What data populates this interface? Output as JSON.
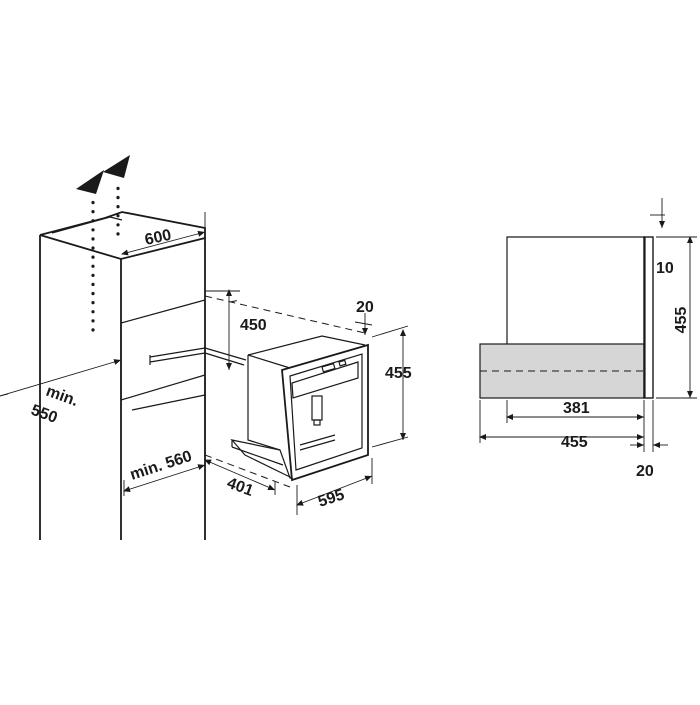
{
  "diagram": {
    "left_view": {
      "dim_cabinet_width": "600",
      "dim_depth_min": "min.\n550",
      "dim_depth_min_line1": "min.",
      "dim_depth_min_line2": "550",
      "dim_niche_width": "min. 560",
      "dim_niche_height": "450",
      "dim_front_offset": "20",
      "dim_appliance_height": "455",
      "dim_appliance_depth": "401",
      "dim_appliance_width": "595"
    },
    "right_view": {
      "dim_top_gap": "10",
      "dim_height": "455",
      "dim_inner_depth": "381",
      "dim_total_depth": "455",
      "dim_front_thickness": "20"
    }
  }
}
